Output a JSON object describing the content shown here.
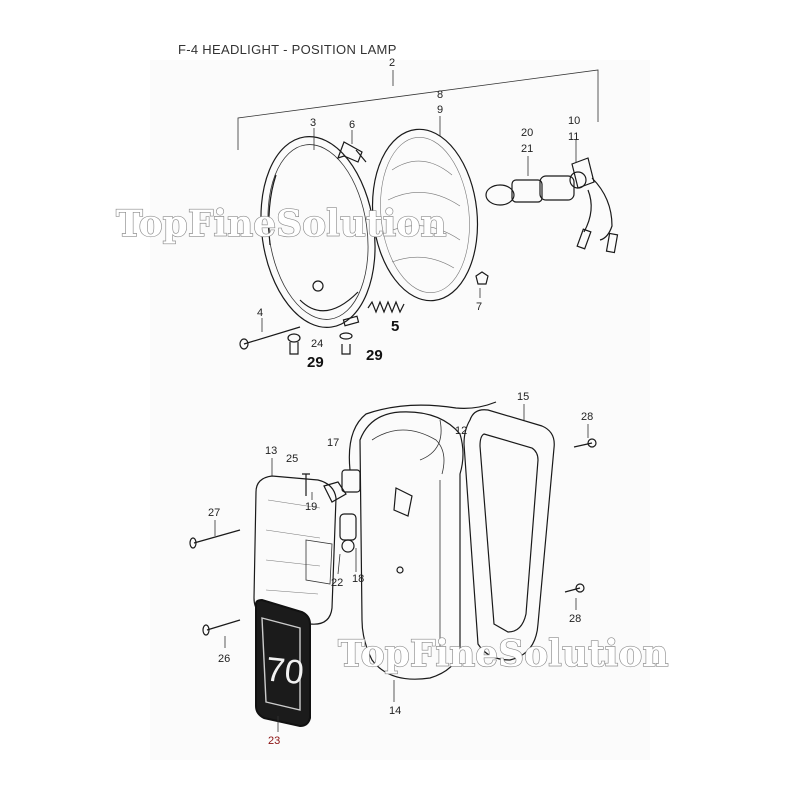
{
  "diagram": {
    "title": "F-4 HEADLIGHT - POSITION LAMP",
    "watermark_top": "TopFineSolution",
    "watermark_bottom": "TopFineSolution",
    "emblem_text": "70",
    "parts": {
      "p2": "2",
      "p3": "3",
      "p4": "4",
      "p5": "5",
      "p6": "6",
      "p7": "7",
      "p8": "8",
      "p9": "9",
      "p10": "10",
      "p11": "11",
      "p20": "20",
      "p21": "21",
      "p24": "24",
      "p29a": "29",
      "p29b": "29",
      "p12": "12",
      "p13": "13",
      "p14": "14",
      "p15": "15",
      "p17": "17",
      "p18": "18",
      "p19": "19",
      "p22": "22",
      "p23": "23",
      "p25": "25",
      "p26": "26",
      "p27": "27",
      "p28a": "28",
      "p28b": "28"
    }
  }
}
